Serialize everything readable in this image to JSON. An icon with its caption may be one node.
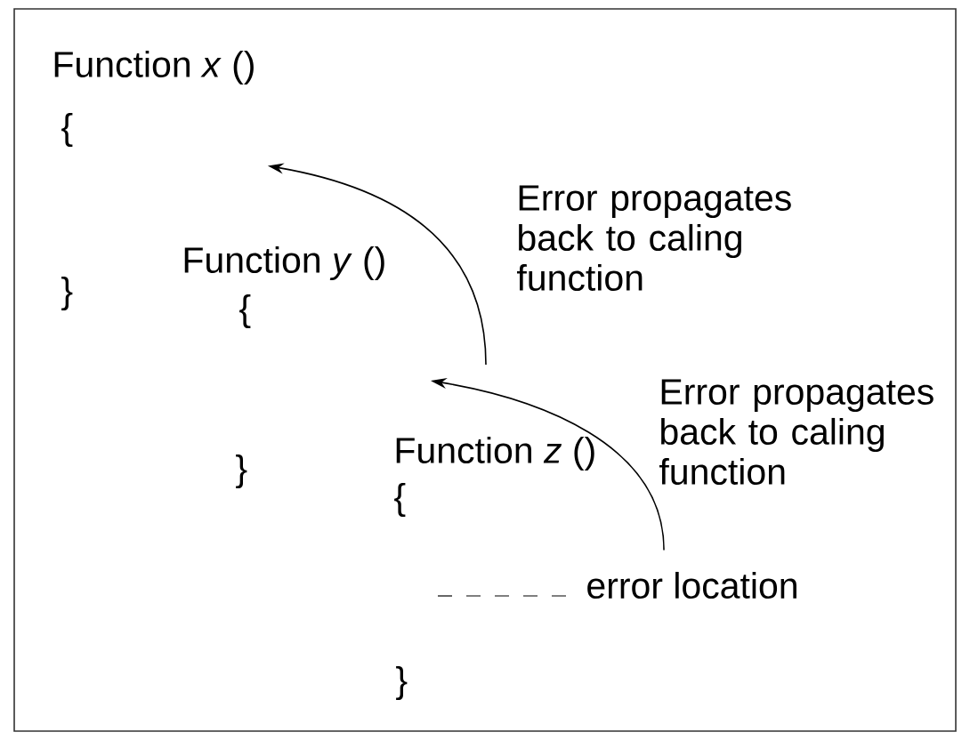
{
  "diagram": {
    "nodes": [
      {
        "text": [
          "Function *x* ()",
          "{",
          "}"
        ]
      },
      {
        "text": [
          "Function *y* ()",
          "{",
          "}"
        ]
      },
      {
        "text": [
          "Function *z* ()",
          "{",
          "}"
        ]
      },
      {
        "text": [
          "error location"
        ]
      }
    ],
    "edges": [
      {
        "from": null,
        "to": 0,
        "arrow": "to",
        "label": "Error propagates back to caling function"
      },
      {
        "from": 3,
        "to": null,
        "arrow": "to",
        "label": "Error propagates back to caling function"
      }
    ]
  }
}
